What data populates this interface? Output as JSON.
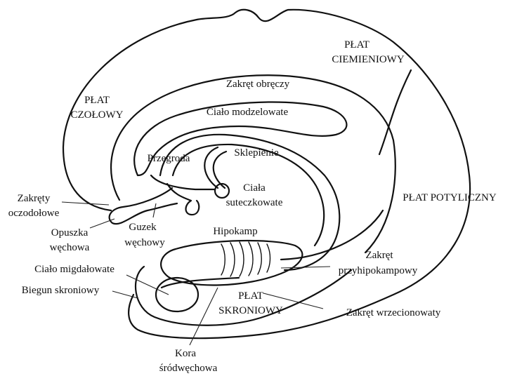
{
  "labels": {
    "parietal": [
      "PŁAT",
      "CIEMIENIOWY"
    ],
    "frontal": [
      "PŁAT",
      "CZOŁOWY"
    ],
    "occipital": "PŁAT POTYLICZNY",
    "temporal": [
      "PŁAT",
      "SKRONIOWY"
    ],
    "cingulate": "Zakręt obręczy",
    "corpus_callosum": "Ciało modzelowate",
    "septum": "Przegroda",
    "fornix": "Sklepienie",
    "mammillary": [
      "Ciała",
      "suteczkowate"
    ],
    "orbital": [
      "Zakręty",
      "oczodołowe"
    ],
    "olfactory_bulb": [
      "Opuszka",
      "węchowa"
    ],
    "olfactory_tubercle": [
      "Guzek",
      "węchowy"
    ],
    "hippocampus": "Hipokamp",
    "amygdala": "Ciało migdałowate",
    "parahippocampal": [
      "Zakręt",
      "przyhipokampowy"
    ],
    "temporal_pole": "Biegun skroniowy",
    "fusiform": "Zakręt wrzecionowaty",
    "entorhinal": [
      "Kora",
      "śródwęchowa"
    ]
  }
}
